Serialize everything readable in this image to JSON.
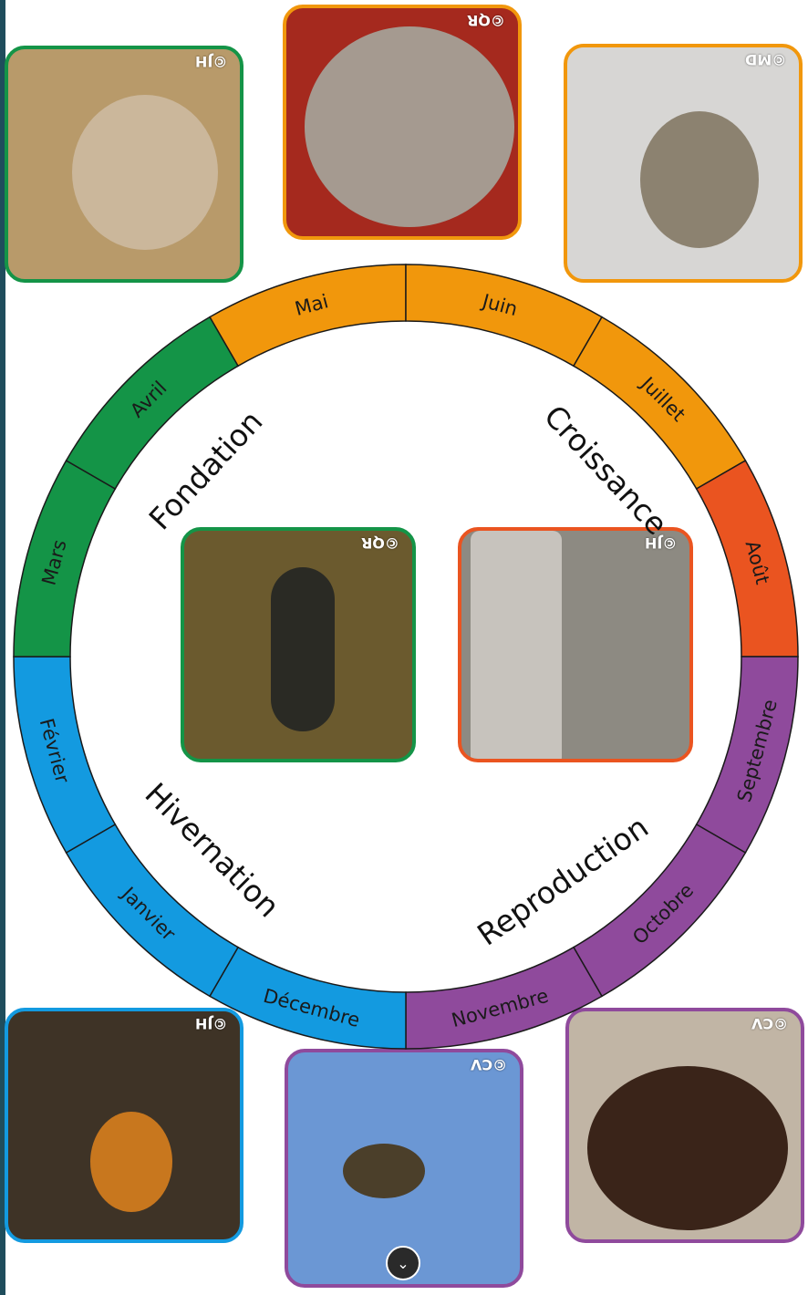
{
  "months": [
    {
      "label": "Mai",
      "color": "#f1970c"
    },
    {
      "label": "Juin",
      "color": "#f1970c"
    },
    {
      "label": "Juillet",
      "color": "#f1970c"
    },
    {
      "label": "Août",
      "color": "#ea5420"
    },
    {
      "label": "Septembre",
      "color": "#8f4a9c"
    },
    {
      "label": "Octobre",
      "color": "#8f4a9c"
    },
    {
      "label": "Novembre",
      "color": "#8f4a9c"
    },
    {
      "label": "Décembre",
      "color": "#139ae0"
    },
    {
      "label": "Janvier",
      "color": "#139ae0"
    },
    {
      "label": "Février",
      "color": "#139ae0"
    },
    {
      "label": "Mars",
      "color": "#149447"
    },
    {
      "label": "Avril",
      "color": "#149447"
    }
  ],
  "phases": [
    {
      "label": "Fondation",
      "color": "#149447"
    },
    {
      "label": "Croissance",
      "color": "#f1970c"
    },
    {
      "label": "Reproduction",
      "color": "#8f4a9c"
    },
    {
      "label": "Hivernation",
      "color": "#139ae0"
    }
  ],
  "photos": [
    {
      "credit": "©JH",
      "border": "#149447",
      "bg": "#b89a6a",
      "nest": "#cbb79b"
    },
    {
      "credit": "©QR",
      "border": "#f1970c",
      "bg": "#a5291e",
      "nest": "#a59a90"
    },
    {
      "credit": "©MD",
      "border": "#f1970c",
      "bg": "#d7d6d4",
      "nest": "#8c8270"
    },
    {
      "credit": "©QR",
      "border": "#149447",
      "bg": "#6b5a2e",
      "nest": "#2a2a24"
    },
    {
      "credit": "©JH",
      "border": "#ea5420",
      "bg": "#8d8a82",
      "nest": "#c7c3bd"
    },
    {
      "credit": "©JH",
      "border": "#139ae0",
      "bg": "#3e3326",
      "nest": "#c8771e"
    },
    {
      "credit": "©CV",
      "border": "#8f4a9c",
      "bg": "#6b97d4",
      "nest": "#4b3f2a"
    },
    {
      "credit": "©CV",
      "border": "#8f4a9c",
      "bg": "#c1b5a5",
      "nest": "#3a2419"
    }
  ],
  "scroll_icon": "chevron-down-icon"
}
